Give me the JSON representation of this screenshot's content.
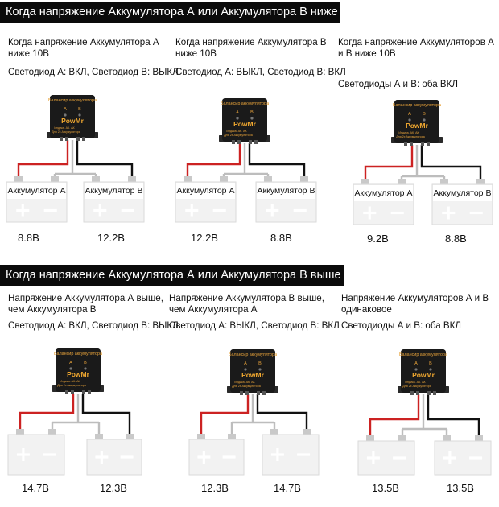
{
  "section_top": {
    "title": "Когда напряжение Аккумулятора А или Аккумулятора В ниже 10В",
    "cases": [
      {
        "heading": "Когда напряжение Аккумулятора А ниже 10В",
        "leds": "Светодиод А: ВКЛ, Светодиод В: ВЫКЛ",
        "battery_a": "Аккумулятор А",
        "battery_b": "Аккумулятор В",
        "voltage_a": "8.8В",
        "voltage_b": "12.2В"
      },
      {
        "heading": "Когда напряжение Аккумулятора В ниже 10В",
        "leds": "Светодиод А: ВЫКЛ, Светодиод В: ВКЛ",
        "battery_a": "Аккумулятор А",
        "battery_b": "Аккумулятор В",
        "voltage_a": "12.2В",
        "voltage_b": "8.8В"
      },
      {
        "heading": "Когда напряжение Аккумуляторов А и В ниже 10В",
        "leds": "Светодиоды А и В: оба ВКЛ",
        "battery_a": "Аккумулятор А",
        "battery_b": "Аккумулятор В",
        "voltage_a": "9.2В",
        "voltage_b": "8.8В"
      }
    ]
  },
  "section_bottom": {
    "title": "Когда напряжение Аккумулятора А или Аккумулятора В выше 10В",
    "cases": [
      {
        "heading": "Напряжение Аккумулятора А выше, чем Аккумулятора В",
        "leds": "Светодиод А: ВКЛ, Светодиод В: ВЫКЛ",
        "voltage_a": "14.7В",
        "voltage_b": "12.3В"
      },
      {
        "heading": "Напряжение Аккумулятора В выше, чем Аккумулятора А",
        "leds": "Светодиод А: ВЫКЛ, Светодиод В: ВКЛ",
        "voltage_a": "12.3В",
        "voltage_b": "14.7В"
      },
      {
        "heading": "Напряжение Аккумуляторов А и В одинаковое",
        "leds": "Светодиоды А и В: оба ВКЛ",
        "voltage_a": "13.5В",
        "voltage_b": "13.5В"
      }
    ]
  },
  "device": {
    "title": "Балансир аккумулятора",
    "label_a": "A",
    "label_b": "B",
    "brand": "PowMr",
    "spec_1": "Индика. АК. АК",
    "spec_2": "Для 2х Аккумулятора"
  },
  "colors": {
    "positive_wire": "#cc2222",
    "negative_wire": "#111111",
    "device_body": "#1a1a1a",
    "device_text": "#e8a33a",
    "battery_body": "#f2f2f2"
  },
  "icons": {
    "device": "battery-balancer-icon",
    "battery": "battery-icon",
    "plus": "plus-icon",
    "minus": "minus-icon"
  }
}
